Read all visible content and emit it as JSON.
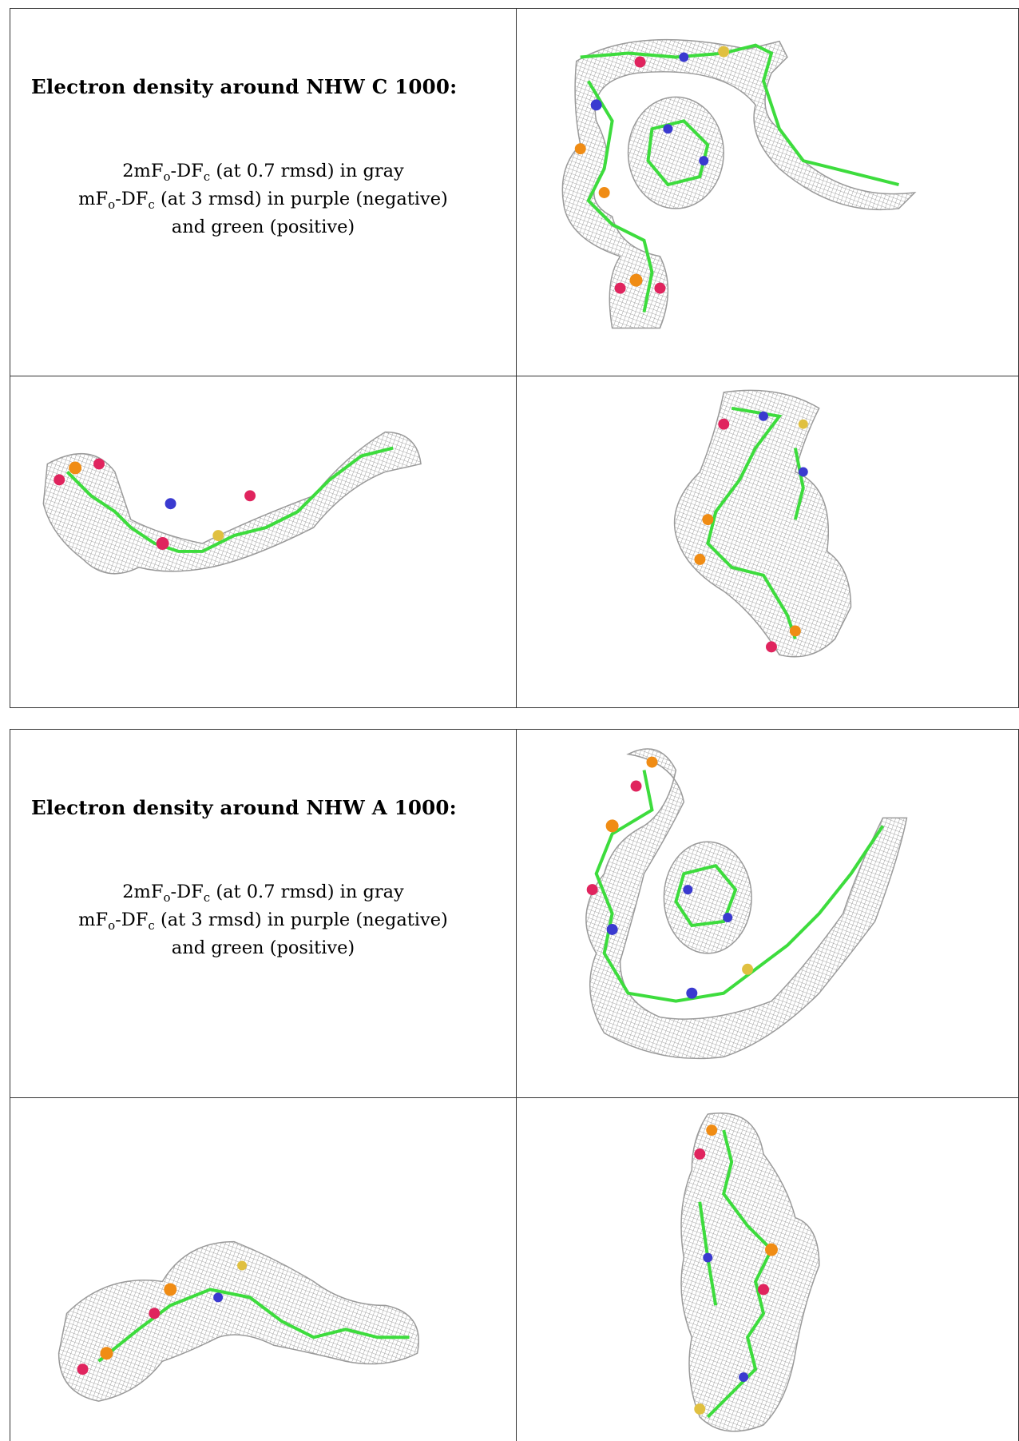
{
  "panels": [
    {
      "heading": "Electron density around NHW C 1000:",
      "caption": {
        "line1": {
          "pre": "2mF",
          "sub1": "o",
          "mid": "-DF",
          "sub2": "c",
          "post": " (at 0.7 rmsd) in gray"
        },
        "line2": {
          "pre": "mF",
          "sub1": "o",
          "mid": "-DF",
          "sub2": "c",
          "post": " (at 3 rmsd) in purple (negative)"
        },
        "line3": "and green (positive)"
      }
    },
    {
      "heading": "Electron density around NHW A 1000:",
      "caption": {
        "line1": {
          "pre": "2mF",
          "sub1": "o",
          "mid": "-DF",
          "sub2": "c",
          "post": " (at 0.7 rmsd) in gray"
        },
        "line2": {
          "pre": "mF",
          "sub1": "o",
          "mid": "-DF",
          "sub2": "c",
          "post": " (at 3 rmsd) in purple (negative)"
        },
        "line3": "and green (positive)"
      }
    }
  ],
  "colors": {
    "mesh": "#9a9a9a",
    "carbon": "#3ddc3d",
    "oxygen": "#e0245e",
    "nitrogen": "#3a3ad0",
    "phosphorus": "#f08c14",
    "sulfur": "#e0c040",
    "negative": "#c020c0",
    "positive": "#40e040"
  }
}
